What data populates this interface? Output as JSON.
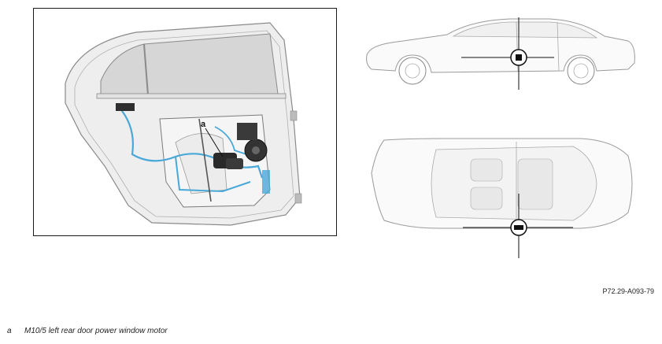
{
  "figure": {
    "callout_letter": "a",
    "reference_code": "P72.29-A093-79"
  },
  "legend": [
    {
      "letter": "a",
      "text": "M10/5 left rear door power window motor"
    }
  ],
  "colors": {
    "frame": "#1a1a1a",
    "outline": "#8a8a8a",
    "door_fill": "#eeeeee",
    "glass_fill": "#d6d6d6",
    "wiring": "#4aa8d8",
    "component": "#2a2a2a",
    "locator": "#111111"
  },
  "icons": {
    "locator_marker": "crosshair-locator-icon"
  }
}
